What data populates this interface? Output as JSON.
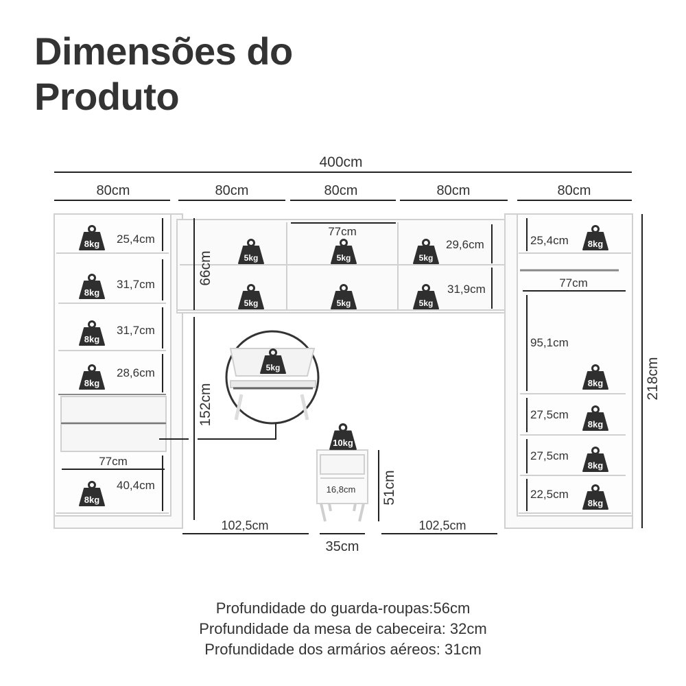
{
  "title_line1": "Dimensões do",
  "title_line2": "Produto",
  "dims": {
    "total_width": "400cm",
    "module_widths": [
      "80cm",
      "80cm",
      "80cm",
      "80cm",
      "80cm"
    ],
    "left_shelves": [
      "25,4cm",
      "31,7cm",
      "31,7cm",
      "28,6cm"
    ],
    "left_bottom_width": "77cm",
    "left_bottom_height": "40,4cm",
    "aerial_height": "66cm",
    "aerial_inner_width": "77cm",
    "aerial_shelf_top": "29,6cm",
    "aerial_shelf_bottom": "31,9cm",
    "gap_height": "152cm",
    "right_top": "25,4cm",
    "right_rod_width": "77cm",
    "right_hanging": "95,1cm",
    "right_shelves": [
      "27,5cm",
      "27,5cm",
      "22,5cm"
    ],
    "total_height": "218cm",
    "nightstand_drawer": "16,8cm",
    "nightstand_height": "51cm",
    "nightstand_width": "35cm",
    "side_gap_left": "102,5cm",
    "side_gap_right": "102,5cm"
  },
  "weights": {
    "w8": "8kg",
    "w5": "5kg",
    "w10": "10kg"
  },
  "footer": {
    "line1": "Profundidade do guarda-roupas:56cm",
    "line2": "Profundidade da mesa de cabeceira: 32cm",
    "line3": "Profundidade dos armários aéreos: 31cm"
  },
  "colors": {
    "text": "#333333",
    "weight_icon": "#2f2f2f",
    "furniture_edge": "#cfcfcf",
    "furniture_fill": "#fafafa"
  }
}
